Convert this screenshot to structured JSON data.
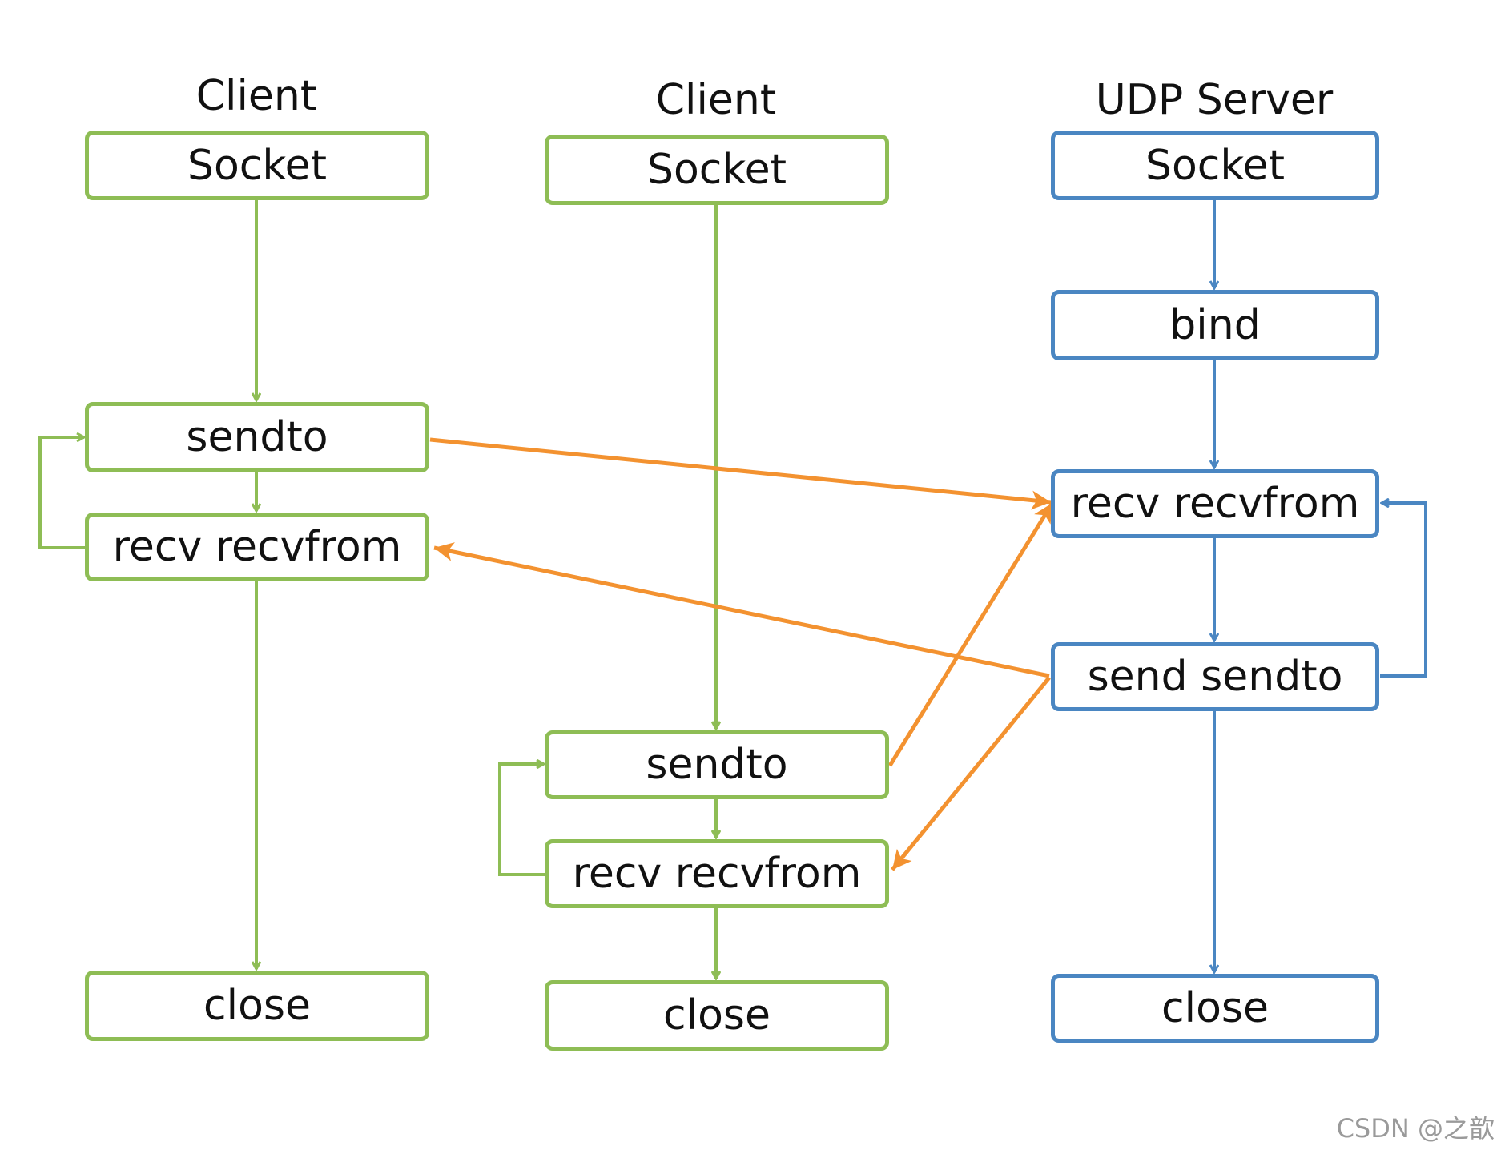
{
  "columns": {
    "client1_title": "Client",
    "client2_title": "Client",
    "server_title": "UDP Server"
  },
  "client1": {
    "socket": "Socket",
    "sendto": "sendto",
    "recv": "recv recvfrom",
    "close": "close"
  },
  "client2": {
    "socket": "Socket",
    "sendto": "sendto",
    "recv": "recv recvfrom",
    "close": "close"
  },
  "server": {
    "socket": "Socket",
    "bind": "bind",
    "recv": "recv recvfrom",
    "send": "send sendto",
    "close": "close"
  },
  "colors": {
    "client": "#8ebd55",
    "server": "#4a86c2",
    "message": "#f39230"
  },
  "watermark": "CSDN @之歆"
}
